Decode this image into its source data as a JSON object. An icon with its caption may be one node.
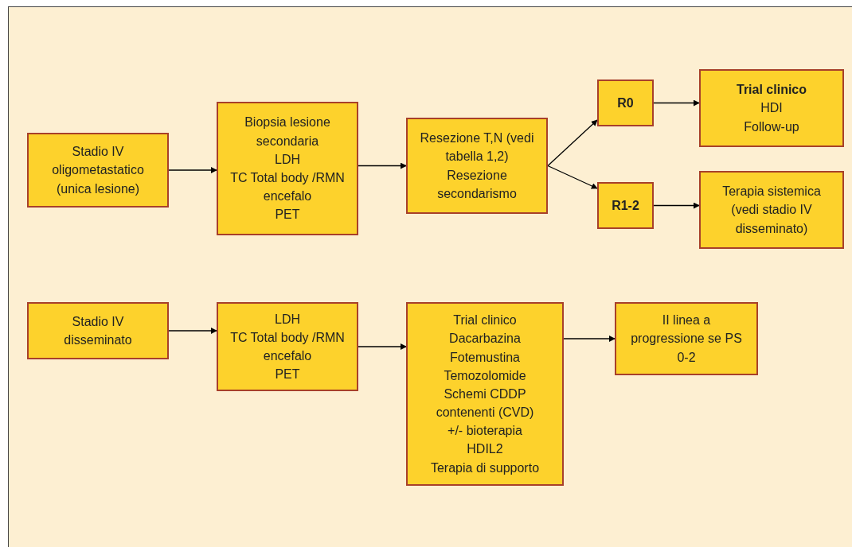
{
  "diagram": {
    "nodes": [
      {
        "text": [
          "Stadio IV oligometastatico (unica lesione)"
        ]
      },
      {
        "text": [
          "Biopsia lesione secondaria",
          "LDH",
          "TC Total body /RMN encefalo",
          "PET"
        ]
      },
      {
        "text": [
          "Resezione T,N (vedi tabella 1,2)",
          "Resezione secondarismo"
        ]
      },
      {
        "text": [
          "R0"
        ]
      },
      {
        "text": [
          "Trial clinico",
          "HDI",
          "Follow-up"
        ]
      },
      {
        "text": [
          "R1-2"
        ]
      },
      {
        "text": [
          "Terapia sistemica (vedi stadio IV disseminato)"
        ]
      },
      {
        "text": [
          "Stadio IV disseminato"
        ]
      },
      {
        "text": [
          "LDH",
          "TC Total body /RMN encefalo",
          "PET"
        ]
      },
      {
        "text": [
          "Trial clinico",
          "Dacarbazina",
          "Fotemustina",
          "Temozolomide",
          "Schemi CDDP contenenti (CVD)",
          "+/- bioterapia",
          "HDIL2",
          "Terapia di supporto"
        ]
      },
      {
        "text": [
          "II linea a progressione se PS 0-2"
        ]
      }
    ],
    "edges": [
      {
        "from": 0,
        "to": 1,
        "arrow": "to"
      },
      {
        "from": 1,
        "to": 2,
        "arrow": "to"
      },
      {
        "from": 2,
        "to": 3,
        "arrow": "to"
      },
      {
        "from": 2,
        "to": 5,
        "arrow": "to"
      },
      {
        "from": 3,
        "to": 4,
        "arrow": "to"
      },
      {
        "from": 5,
        "to": 6,
        "arrow": "to"
      },
      {
        "from": 7,
        "to": 8,
        "arrow": "to"
      },
      {
        "from": 8,
        "to": 9,
        "arrow": "to"
      },
      {
        "from": 9,
        "to": 10,
        "arrow": "to"
      }
    ]
  }
}
